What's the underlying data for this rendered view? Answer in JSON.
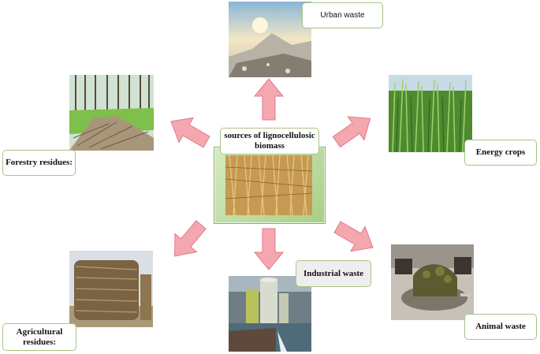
{
  "center": {
    "title": "sources of lignocellulosic biomass"
  },
  "sources": {
    "urban": "Urban waste",
    "forestry": "Forestry residues:",
    "energy": "Energy crops",
    "industrial": "Industrial waste",
    "agricultural": "Agricultural residues:",
    "animal": "Animal waste"
  },
  "colors": {
    "arrow_fill": "#f5a7b0",
    "arrow_stroke": "#e07a86",
    "box_border": "#a8c48a",
    "frame": "#a9cf88"
  }
}
